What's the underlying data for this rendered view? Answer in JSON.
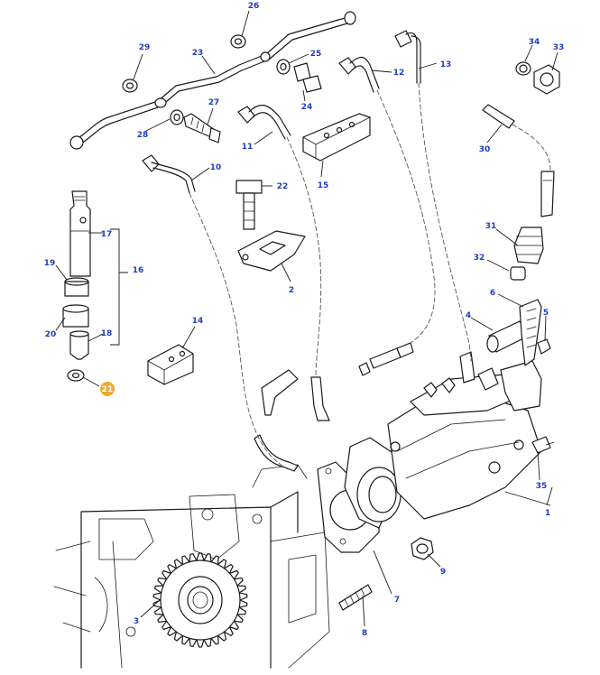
{
  "callouts": [
    {
      "id": "c26",
      "text": "26"
    },
    {
      "id": "c29",
      "text": "29"
    },
    {
      "id": "c23",
      "text": "23"
    },
    {
      "id": "c25",
      "text": "25"
    },
    {
      "id": "c13",
      "text": "13"
    },
    {
      "id": "c12",
      "text": "12"
    },
    {
      "id": "c34",
      "text": "34"
    },
    {
      "id": "c33",
      "text": "33"
    },
    {
      "id": "c27",
      "text": "27"
    },
    {
      "id": "c24",
      "text": "24"
    },
    {
      "id": "c28",
      "text": "28"
    },
    {
      "id": "c11",
      "text": "11"
    },
    {
      "id": "c30",
      "text": "30"
    },
    {
      "id": "c15",
      "text": "15"
    },
    {
      "id": "c10",
      "text": "10"
    },
    {
      "id": "c22",
      "text": "22"
    },
    {
      "id": "c17",
      "text": "17"
    },
    {
      "id": "c31",
      "text": "31"
    },
    {
      "id": "c16",
      "text": "16"
    },
    {
      "id": "c19",
      "text": "19"
    },
    {
      "id": "c32",
      "text": "32"
    },
    {
      "id": "c2",
      "text": "2"
    },
    {
      "id": "c6",
      "text": "6"
    },
    {
      "id": "c14",
      "text": "14"
    },
    {
      "id": "c4",
      "text": "4"
    },
    {
      "id": "c5",
      "text": "5"
    },
    {
      "id": "c20",
      "text": "20"
    },
    {
      "id": "c18",
      "text": "18"
    },
    {
      "id": "c21",
      "text": "21",
      "highlighted": true
    },
    {
      "id": "c35",
      "text": "35"
    },
    {
      "id": "c1",
      "text": "1"
    },
    {
      "id": "c9",
      "text": "9"
    },
    {
      "id": "c7",
      "text": "7"
    },
    {
      "id": "c3",
      "text": "3"
    },
    {
      "id": "c8",
      "text": "8"
    }
  ],
  "colors": {
    "callout_text": "#1f3fbf",
    "highlight_fill": "#f0a830",
    "line": "#1a1a1a"
  }
}
